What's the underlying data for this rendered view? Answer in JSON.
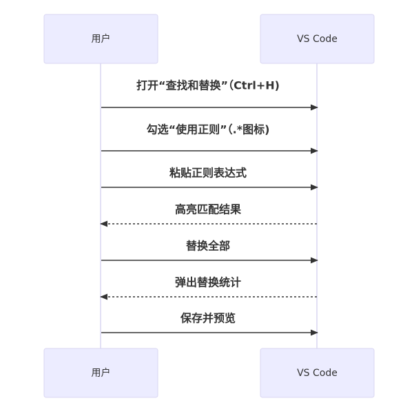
{
  "actors": {
    "user": "用户",
    "vscode": "VS Code"
  },
  "messages": [
    {
      "text": "打开“查找和替换”（Ctrl+H)",
      "from": "user",
      "to": "vscode",
      "style": "solid"
    },
    {
      "text": "勾选“使用正则”（.*图标)",
      "from": "user",
      "to": "vscode",
      "style": "solid"
    },
    {
      "text": "粘贴正则表达式",
      "from": "user",
      "to": "vscode",
      "style": "solid"
    },
    {
      "text": "高亮匹配结果",
      "from": "vscode",
      "to": "user",
      "style": "dashed"
    },
    {
      "text": "替换全部",
      "from": "user",
      "to": "vscode",
      "style": "solid"
    },
    {
      "text": "弹出替换统计",
      "from": "vscode",
      "to": "user",
      "style": "dashed"
    },
    {
      "text": "保存并预览",
      "from": "user",
      "to": "vscode",
      "style": "solid"
    }
  ],
  "colors": {
    "actor_fill": "#ececff",
    "actor_stroke": "#d9d6f2",
    "line": "#333333",
    "text": "#333333"
  }
}
